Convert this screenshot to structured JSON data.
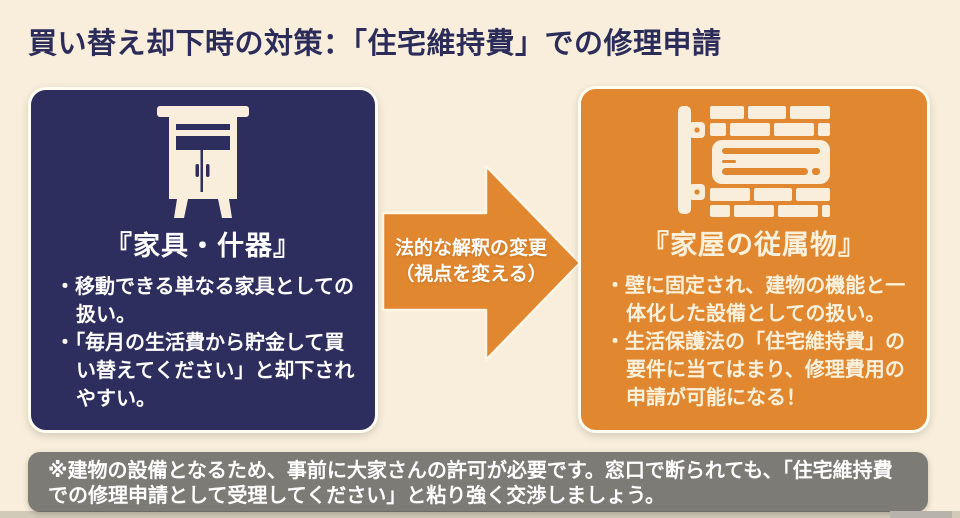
{
  "page": {
    "title": "買い替え却下時の対策：「住宅維持費」での修理申請"
  },
  "left_card": {
    "icon": "cabinet-icon",
    "title": "『家具・什器』",
    "bullets": [
      "・移動できる単なる家具としての扱い。",
      "・「毎月の生活費から貯金して買い替えてください」と却下されやすい。"
    ]
  },
  "arrow": {
    "icon": "arrow-right-icon",
    "label_line1": "法的な解釈の変更",
    "label_line2": "（視点を変える）"
  },
  "right_card": {
    "icon": "wall-mounted-ac-icon",
    "title": "『家屋の従属物』",
    "bullets": [
      "・壁に固定され、建物の機能と一体化した設備としての扱い。",
      "・生活保護法の「住宅維持費」の要件に当てはまり、修理費用の申請が可能になる！"
    ]
  },
  "note": {
    "line1": "※建物の設備となるため、事前に大家さんの許可が必要です。窓口で断られても、「住宅維持費",
    "line2": "での修理申請として受理してください」と粘り強く交渉しましょう。"
  },
  "colors": {
    "background": "#f8eedb",
    "navy": "#2d2e5e",
    "orange": "#e1872f",
    "note_gray": "#7d7b76",
    "title_text": "#2b2c5a",
    "cream_text": "#faf1dc",
    "card_border": "#fffcf2"
  }
}
